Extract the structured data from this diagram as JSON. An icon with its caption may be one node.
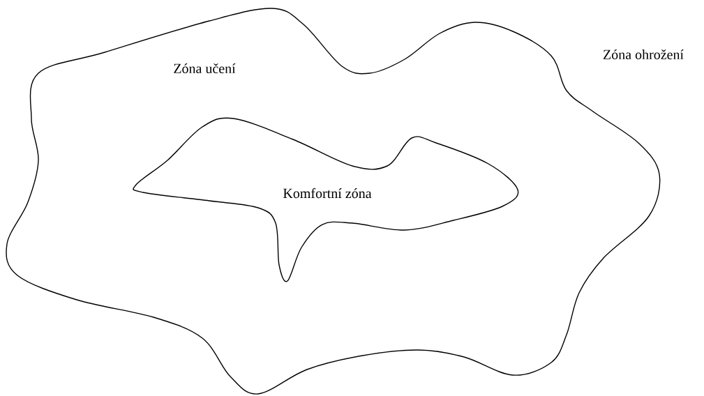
{
  "diagram": {
    "nodes": [
      {
        "text": [
          "Zóna učení"
        ]
      },
      {
        "text": [
          "Komfortní zóna"
        ],
        "in": 0
      }
    ],
    "labels": [
      "Zóna ohrožení"
    ]
  }
}
